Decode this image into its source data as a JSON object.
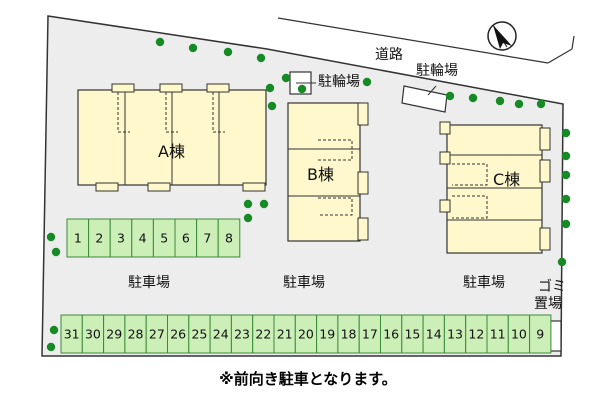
{
  "labels": {
    "road": "道路",
    "bicycle_parking_1": "駐輪場",
    "bicycle_parking_2": "駐輪場",
    "building_a": "A棟",
    "building_b": "B棟",
    "building_c": "C棟",
    "parking_left": "駐車場",
    "parking_center": "駐車場",
    "parking_right": "駐車場",
    "garbage_1": "ゴミ",
    "garbage_2": "置場",
    "north": "N"
  },
  "parking_top": [
    "1",
    "2",
    "3",
    "4",
    "5",
    "6",
    "7",
    "8"
  ],
  "parking_bottom": [
    "31",
    "30",
    "29",
    "28",
    "27",
    "26",
    "25",
    "24",
    "23",
    "22",
    "21",
    "20",
    "19",
    "18",
    "17",
    "16",
    "15",
    "14",
    "13",
    "12",
    "11",
    "10",
    "9"
  ],
  "footer": "※前向き駐車となります。",
  "colors": {
    "lot": "#ededed",
    "building": "#fff8cc",
    "parking": "#ccefb8",
    "parking_border": "#3a8a3a",
    "tree": "#168a24",
    "line": "#333333"
  }
}
